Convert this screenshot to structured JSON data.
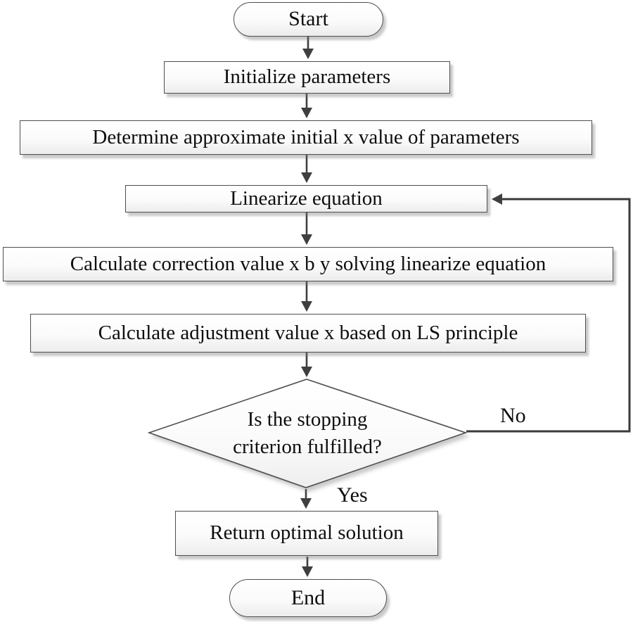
{
  "flowchart": {
    "nodes": {
      "start": {
        "type": "terminator",
        "label": "Start"
      },
      "initialize": {
        "type": "process",
        "label": "Initialize parameters"
      },
      "determine": {
        "type": "process",
        "label": "Determine approximate initial x value of parameters"
      },
      "linearize": {
        "type": "process",
        "label": "Linearize equation"
      },
      "correction": {
        "type": "process",
        "label": "Calculate correction value x b y solving linearize equation"
      },
      "adjustment": {
        "type": "process",
        "label": "Calculate adjustment value x based on LS principle"
      },
      "decision": {
        "type": "decision",
        "label": "Is the stopping criterion fulfilled?",
        "lines": [
          "Is the stopping",
          "criterion fulfilled?"
        ]
      },
      "return": {
        "type": "process",
        "label": "Return optimal solution"
      },
      "end": {
        "type": "terminator",
        "label": "End"
      }
    },
    "branch_labels": {
      "no": "No",
      "yes": "Yes"
    },
    "colors": {
      "arrow": "#3f3f3f",
      "node_border": "#4e4e4e",
      "node_fill_top": "#ffffff",
      "node_fill_bottom": "#ececec",
      "background": "#ffffff",
      "text": "#0e0e0e"
    }
  }
}
